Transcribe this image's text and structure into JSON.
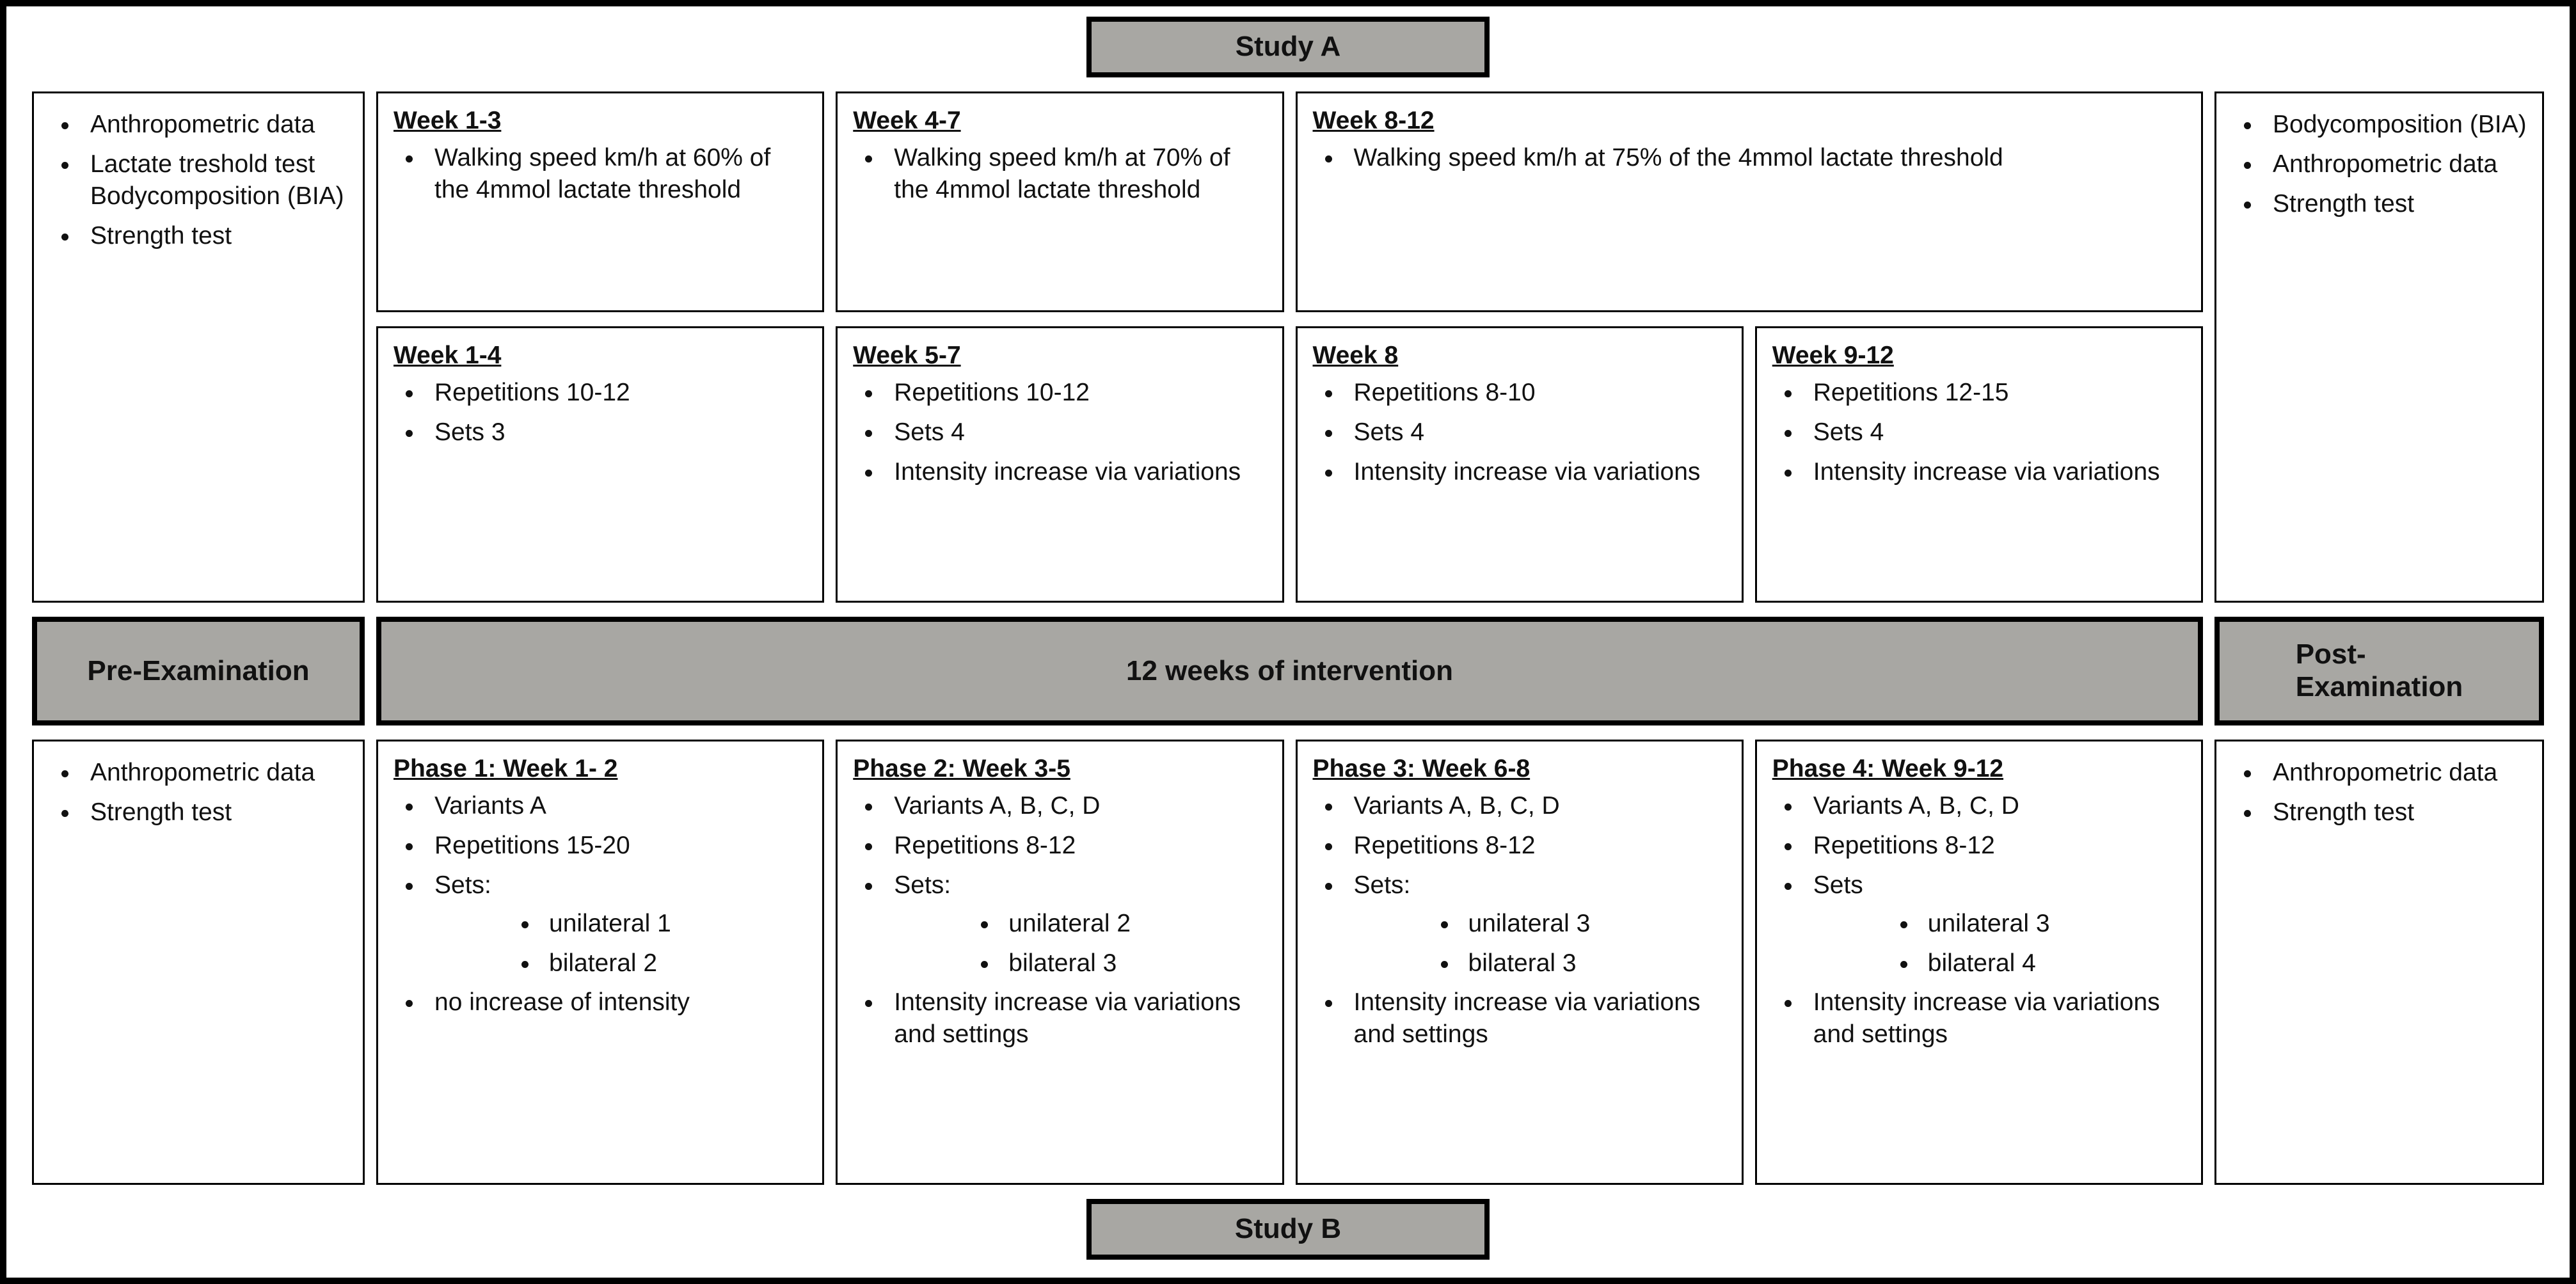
{
  "colors": {
    "box_fill": "#a8a7a3",
    "border": "#000000",
    "background": "#ffffff"
  },
  "study_a": {
    "label": "Study A",
    "pre_tests": [
      "Anthropometric data",
      "Lactate treshold test Bodycomposition (BIA)",
      "Strength test"
    ],
    "post_tests": [
      "Bodycomposition (BIA)",
      "Anthropometric data",
      "Strength test"
    ],
    "walking_blocks": [
      {
        "title": "Week 1-3",
        "text": "Walking speed km/h at 60% of the 4mmol lactate threshold"
      },
      {
        "title": "Week 4-7",
        "text": "Walking speed km/h at 70% of the 4mmol lactate threshold"
      },
      {
        "title": "Week 8-12",
        "text": "Walking speed km/h at 75% of the 4mmol lactate threshold"
      }
    ],
    "strength_blocks": [
      {
        "title": "Week 1-4",
        "items": [
          "Repetitions 10-12",
          "Sets 3"
        ]
      },
      {
        "title": "Week 5-7",
        "items": [
          "Repetitions 10-12",
          "Sets 4",
          "Intensity increase via variations"
        ]
      },
      {
        "title": "Week 8",
        "items": [
          "Repetitions 8-10",
          "Sets 4",
          "Intensity increase via variations"
        ]
      },
      {
        "title": "Week 9-12",
        "items": [
          "Repetitions 12-15",
          "Sets 4",
          "Intensity increase via variations"
        ]
      }
    ]
  },
  "timeline": {
    "pre_label": "Pre-Examination",
    "intervention_label": "12 weeks of intervention",
    "post_label_line1": "Post-",
    "post_label_line2": "Examination"
  },
  "study_b": {
    "label": "Study B",
    "pre_tests": [
      "Anthropometric data",
      "Strength test"
    ],
    "post_tests": [
      "Anthropometric data",
      "Strength test"
    ],
    "phases": [
      {
        "title": "Phase 1: Week 1- 2",
        "variants": "Variants A",
        "repetitions": "Repetitions 15-20",
        "sets_label": "Sets:",
        "sets": [
          "unilateral 1",
          "bilateral 2"
        ],
        "note": "no increase of intensity"
      },
      {
        "title": "Phase 2: Week 3-5",
        "variants": "Variants A, B, C, D",
        "repetitions": "Repetitions 8-12",
        "sets_label": "Sets:",
        "sets": [
          "unilateral 2",
          "bilateral 3"
        ],
        "note": "Intensity increase via variations and settings"
      },
      {
        "title": "Phase 3: Week 6-8",
        "variants": "Variants A, B, C, D",
        "repetitions": "Repetitions 8-12",
        "sets_label": "Sets:",
        "sets": [
          "unilateral 3",
          "bilateral 3"
        ],
        "note": "Intensity increase via variations and settings"
      },
      {
        "title": "Phase 4: Week 9-12",
        "variants": "Variants A, B, C, D",
        "repetitions": "Repetitions 8-12",
        "sets_label": "Sets",
        "sets": [
          "unilateral 3",
          "bilateral 4"
        ],
        "note": "Intensity increase via variations and settings"
      }
    ]
  }
}
